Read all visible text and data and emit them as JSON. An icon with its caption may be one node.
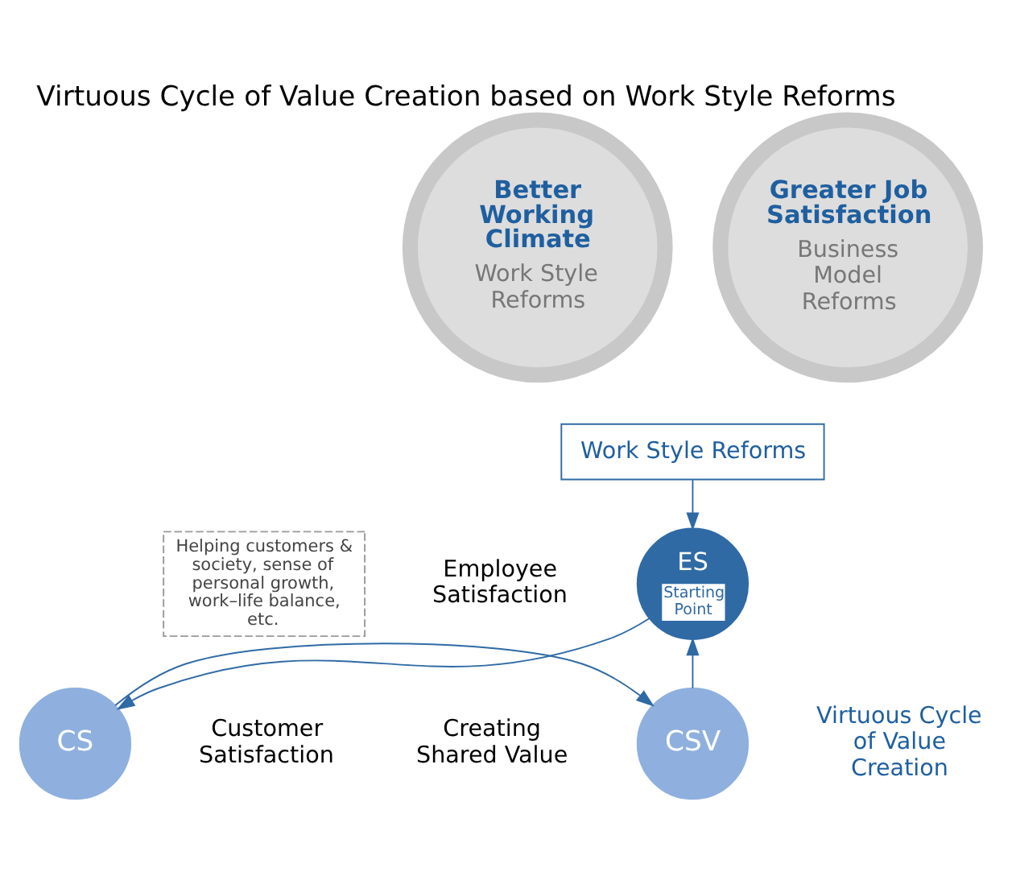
{
  "diagram": {
    "title": "Virtuous Cycle of Value Creation based on Work Style Reforms",
    "nodes": [
      {
        "text": [
          "Better Working Climate",
          "Work Style Reforms"
        ]
      },
      {
        "text": [
          "Greater Job Satisfaction",
          "Business Model Reforms"
        ]
      },
      {
        "text": [
          "Work Style Reforms"
        ]
      },
      {
        "text": [
          "ES",
          "Starting Point"
        ],
        "beside": [
          "Employee Satisfaction"
        ]
      },
      {
        "text": [
          "CS"
        ],
        "beside": [
          "Customer Satisfaction"
        ]
      },
      {
        "text": [
          "CSV"
        ],
        "beside": [
          "Creating Shared Value"
        ]
      }
    ],
    "edges": [
      {
        "from": 2,
        "to": 3,
        "arrow": "to"
      },
      {
        "from": 3,
        "to": 4,
        "arrow": "to"
      },
      {
        "from": 4,
        "to": 5,
        "arrow": "to"
      },
      {
        "from": 5,
        "to": 3,
        "arrow": "to"
      }
    ],
    "labels": [
      "Helping customers & society, sense of personal growth, work–life balance, etc.",
      "Virtuous Cycle of Value Creation"
    ]
  }
}
